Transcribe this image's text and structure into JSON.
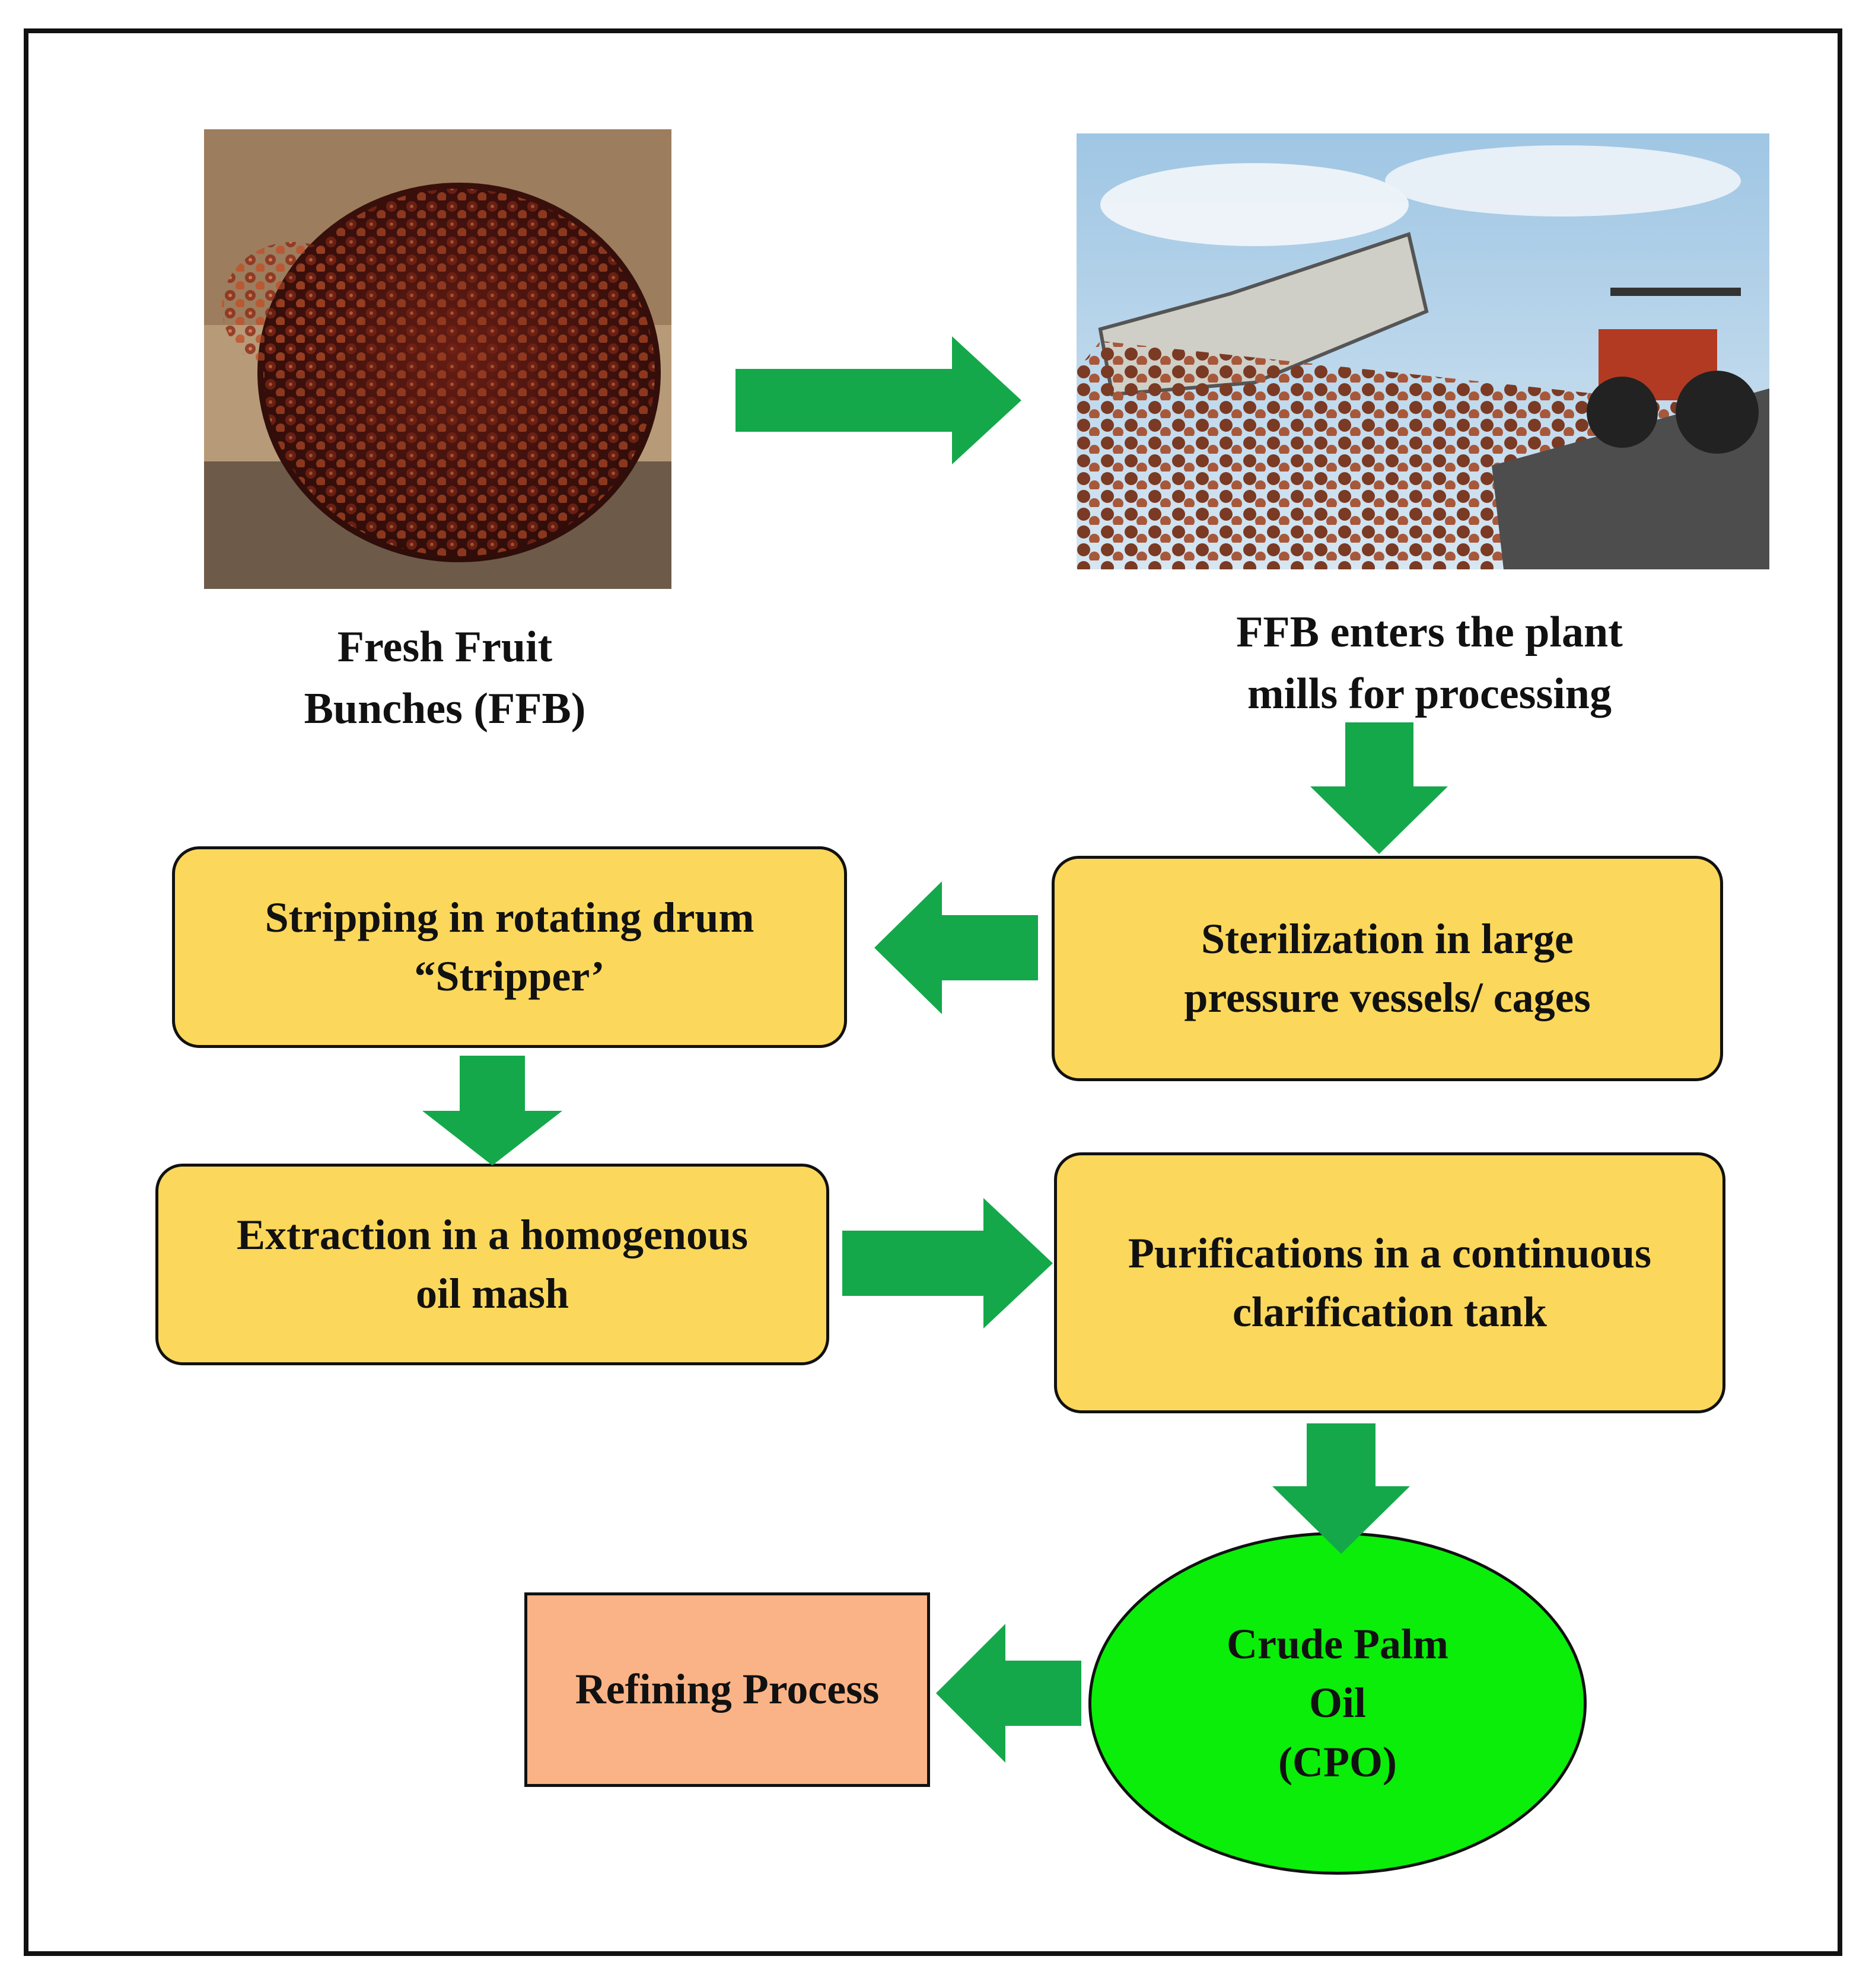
{
  "colors": {
    "arrow": "#14a84a",
    "box_fill": "#fbd75b",
    "refining_fill": "#fab386",
    "cpo_fill": "#0aee0a",
    "border": "#111111"
  },
  "nodes": {
    "ffb_caption": "Fresh Fruit\nBunches (FFB)",
    "mill_caption": "FFB enters the plant\nmills for processing",
    "sterilization": "Sterilization in large\npressure vessels/ cages",
    "stripping": "Stripping in rotating drum\n“Stripper’",
    "extraction": "Extraction in a homogenous\noil mash",
    "purification": "Purifications in a continuous\nclarification tank",
    "cpo": "Crude Palm\nOil\n(CPO)",
    "refining": "Refining Process"
  },
  "images": {
    "ffb_photo": "fresh fruit bunch photo",
    "mill_photo": "trucks unloading fruit bunches at mill photo"
  }
}
